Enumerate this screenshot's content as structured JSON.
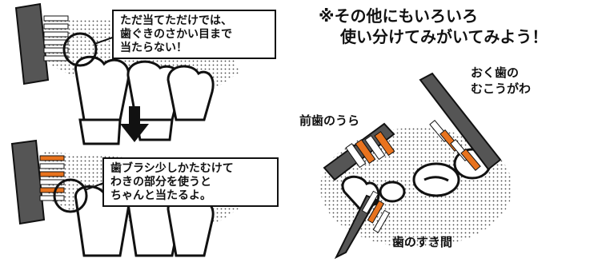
{
  "heading": {
    "line1": "※その他にもいろいろ",
    "line2": "使い分けてみがいてみよう！"
  },
  "callout_top": {
    "lines": [
      "ただ当てただけでは、",
      "歯ぐきのさかい目まで",
      "当たらない！"
    ]
  },
  "callout_bottom": {
    "lines": [
      "歯ブラシ少しかたむけて",
      "わきの部分を使うと",
      "ちゃんと当たるよ。"
    ]
  },
  "labels": {
    "back_teeth": [
      "おく歯の",
      "むこうがわ"
    ],
    "front_back": "前歯のうら",
    "gaps": "歯のすき間"
  },
  "colors": {
    "ink": "#111111",
    "accent": "#e8731e",
    "dots": "#555555"
  },
  "icons": [
    "toothbrush-icon",
    "tooth-icon",
    "down-arrow-icon"
  ]
}
